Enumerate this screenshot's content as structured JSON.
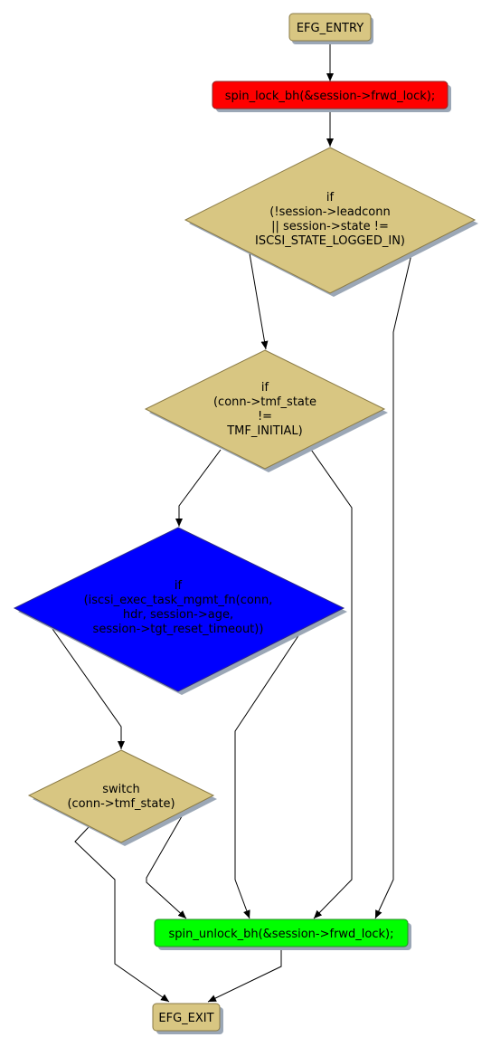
{
  "colors": {
    "terminal": "#d8c682",
    "decision": "#d8c682",
    "lock": "#ff0000",
    "unlock": "#00ff00",
    "task_mgmt": "#0000ff",
    "border": "#8a7a45"
  },
  "nodes": {
    "entry": {
      "label": "EFG_ENTRY"
    },
    "lock": {
      "label": "spin_lock_bh(&session->frwd_lock);"
    },
    "cond_leadconn": {
      "lines": [
        "if",
        "(!session->leadconn",
        "|| session->state !=",
        "ISCSI_STATE_LOGGED_IN)"
      ]
    },
    "cond_tmf_state": {
      "lines": [
        "if",
        "(conn->tmf_state",
        "!=",
        "TMF_INITIAL)"
      ]
    },
    "cond_exec_task": {
      "lines": [
        "if",
        "(iscsi_exec_task_mgmt_fn(conn,",
        "hdr, session->age,",
        "session->tgt_reset_timeout))"
      ]
    },
    "switch_tmf": {
      "lines": [
        "switch",
        "(conn->tmf_state)"
      ]
    },
    "unlock": {
      "label": "spin_unlock_bh(&session->frwd_lock);"
    },
    "exit": {
      "label": "EFG_EXIT"
    }
  }
}
